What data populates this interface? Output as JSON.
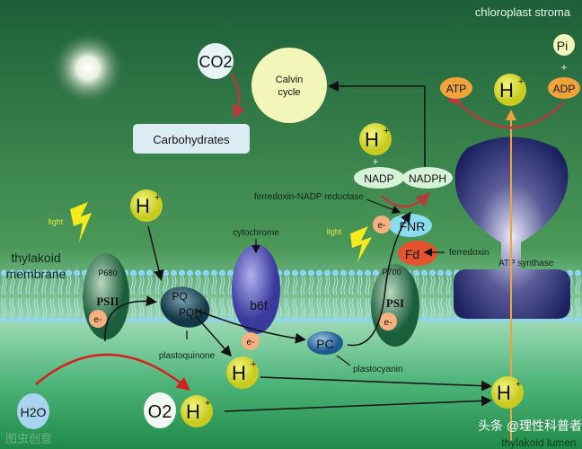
{
  "labels": {
    "stroma": "chloroplast stroma",
    "lumen": "thylakoid lumen",
    "membrane_line1": "thylakoid",
    "membrane_line2": "membrane",
    "co2": "CO2",
    "calvin_line1": "Calvin",
    "calvin_line2": "cycle",
    "carbohydrates": "Carbohydrates",
    "atp": "ATP",
    "adp": "ADP",
    "pi": "Pi",
    "plus": "+",
    "h": "H",
    "hplus_sup": "+",
    "nadp": "NADP",
    "nadph": "NADPH",
    "fnr_label": "ferredoxin-NADP reductase",
    "fnr": "FNR",
    "fd": "Fd",
    "ferredoxin": "ferredoxin",
    "light": "light",
    "p700": "P700",
    "psi": "PSI",
    "p680": "P680",
    "psii": "PSII",
    "electron": "e-",
    "pc": "PC",
    "plastocyanin": "plastocyanin",
    "cytochrome": "cytochrome",
    "b6f": "b6f",
    "pq": "PQ",
    "pqh": "PQH",
    "plastoquinone": "plastoquinone",
    "atp_synthase": "ATP synthase",
    "h2o": "H2O",
    "o2": "O2"
  },
  "watermarks": {
    "toutiao": "头条 @理性科普者",
    "tuchong": "图虫创意"
  },
  "colors": {
    "proton": "#e3e635",
    "electron": "#f4b07e",
    "atp": "#f0a33a",
    "fnr": "#8adcf0",
    "fd": "#e5532e",
    "synthase": "#1c2160",
    "red_arrow": "#d42020"
  }
}
